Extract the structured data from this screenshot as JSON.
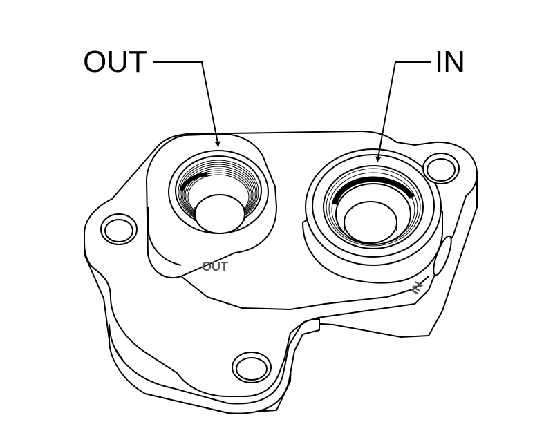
{
  "callouts": {
    "out_label": "OUT",
    "in_label": "IN"
  },
  "engraving": {
    "out_text": "OUT",
    "in_text": "IN"
  },
  "colors": {
    "line": "#000000",
    "fill": "#ffffff",
    "engrave": "#555555"
  }
}
